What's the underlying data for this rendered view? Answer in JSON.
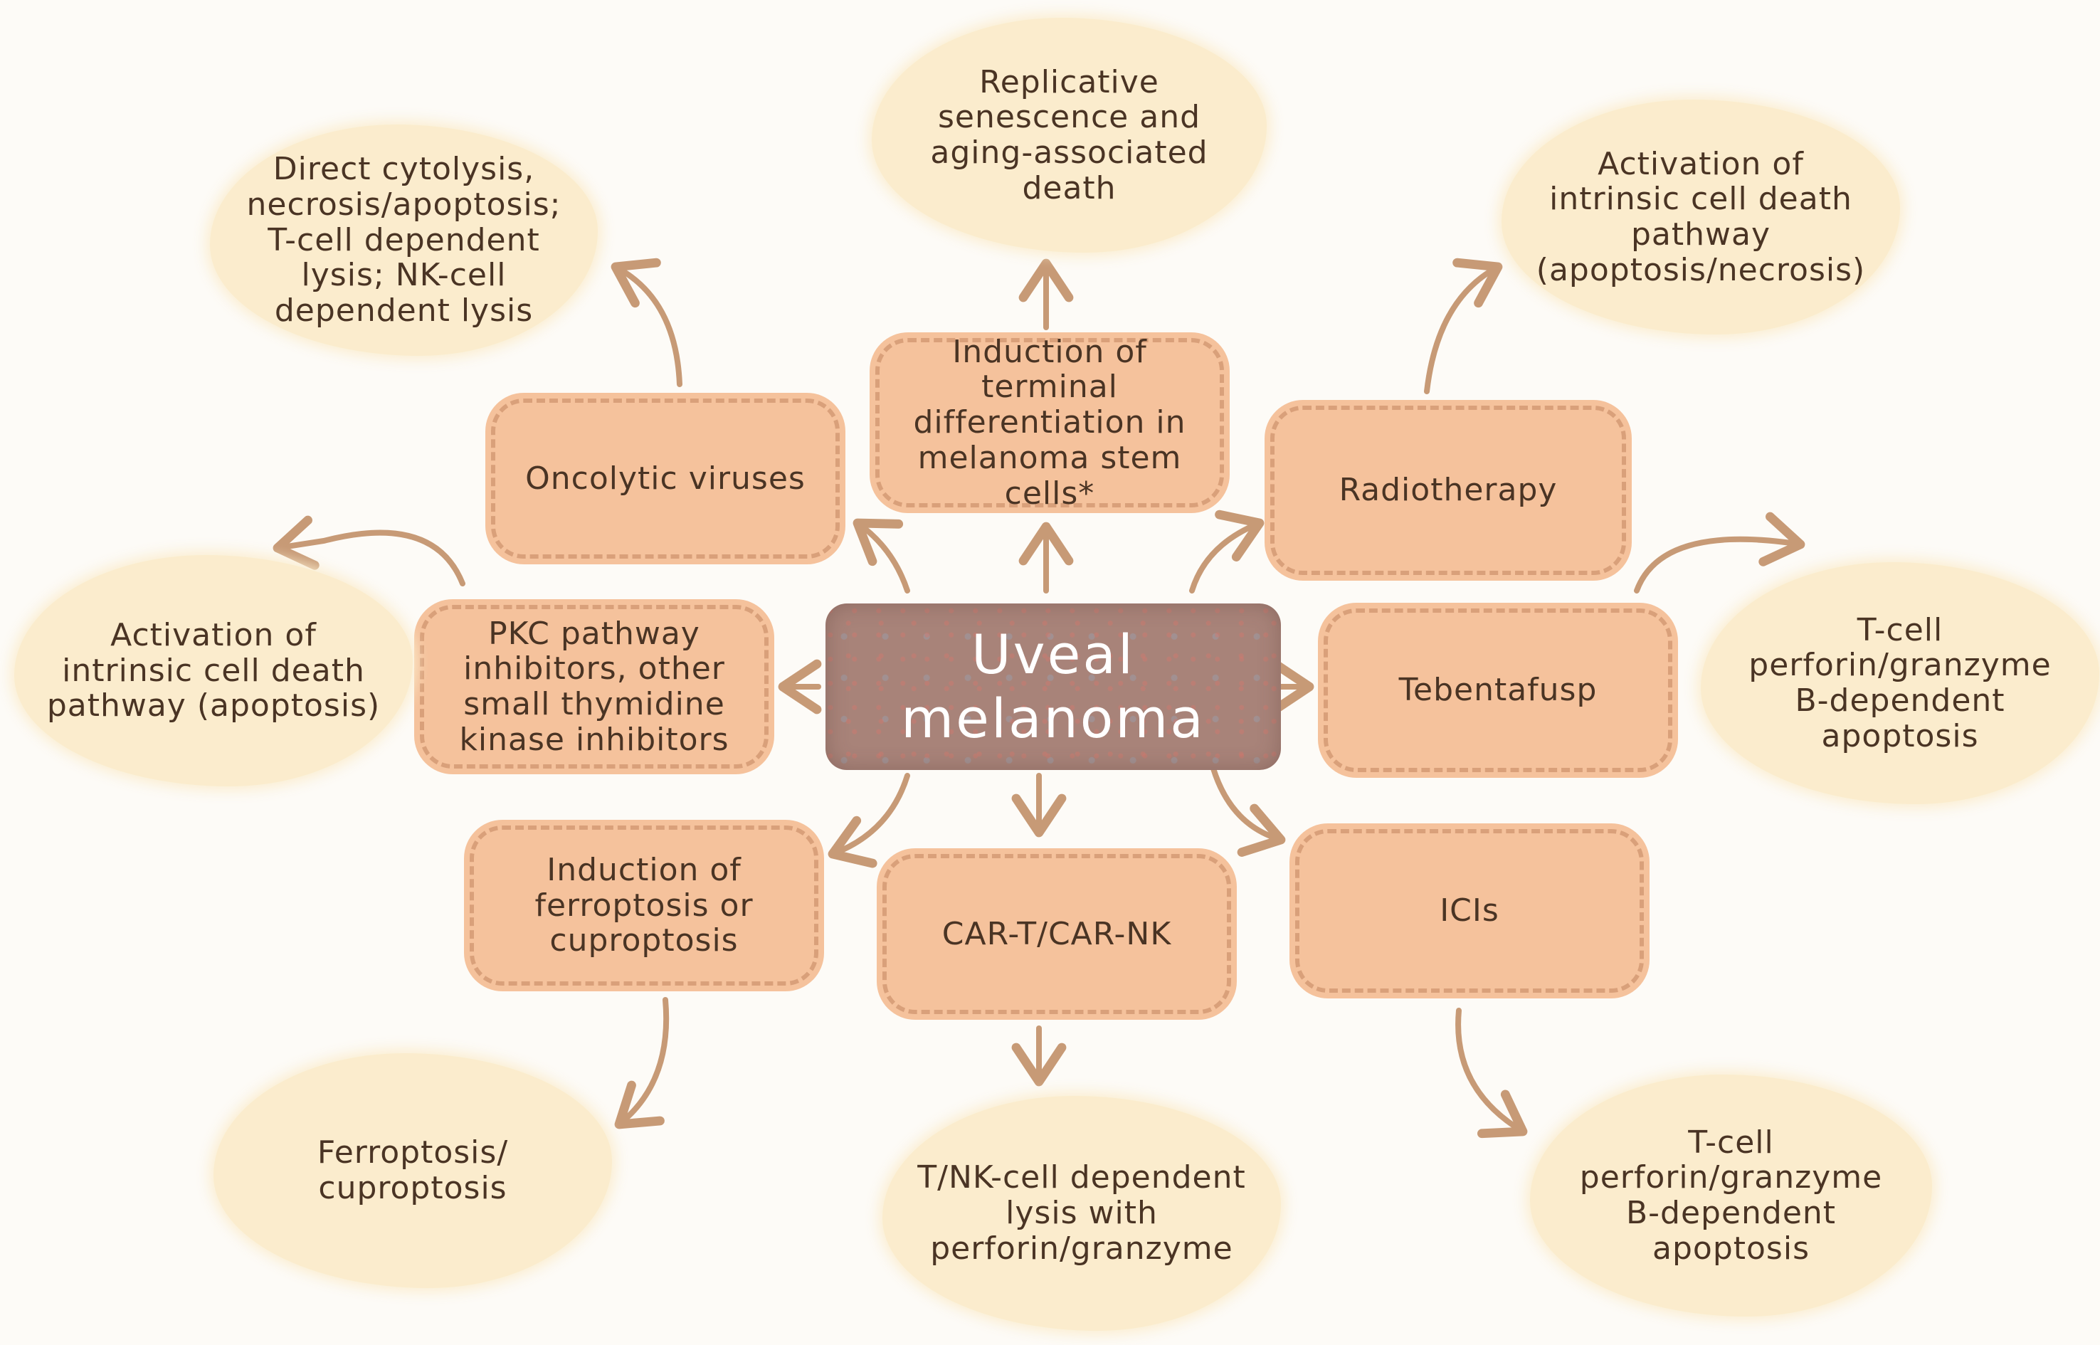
{
  "center": {
    "label": "Uveal\nmelanoma"
  },
  "therapies": {
    "oncolytic": "Oncolytic viruses",
    "terminal_diff": "Induction of terminal\ndifferentiation in\nmelanoma stem\ncells*",
    "radiotherapy": "Radiotherapy",
    "pkc": "PKC pathway\ninhibitors, other\nsmall thymidine\nkinase inhibitors",
    "tebentafusp": "Tebentafusp",
    "ferroptosis_induction": "Induction of\nferroptosis or\ncuproptosis",
    "car": "CAR-T/CAR-NK",
    "icis": "ICIs"
  },
  "outcomes": {
    "direct_cytolysis": "Direct cytolysis,\nnecrosis/apoptosis;\nT-cell dependent\nlysis; NK-cell\ndependent lysis",
    "senescence": "Replicative\nsenescence and\naging-associated\ndeath",
    "intrinsic_necrosis": "Activation of\nintrinsic cell death\npathway\n(apoptosis/necrosis)",
    "intrinsic_apoptosis": "Activation of\nintrinsic cell death\npathway (apoptosis)",
    "tcell_tebentafusp": "T-cell\nperforin/granzyme\nB-dependent\napoptosis",
    "ferroptosis": "Ferroptosis/\ncuproptosis",
    "tnk_lysis": "T/NK-cell dependent\nlysis with\nperforin/granzyme",
    "tcell_icis": "T-cell\nperforin/granzyme\nB-dependent\napoptosis"
  },
  "colors": {
    "outcome_fill": "#fbeccd",
    "therapy_fill": "#f5c29c",
    "therapy_border": "#d9a07a",
    "center_fill": "#a88379",
    "arrow": "#c79a76",
    "text": "#4a3424"
  }
}
